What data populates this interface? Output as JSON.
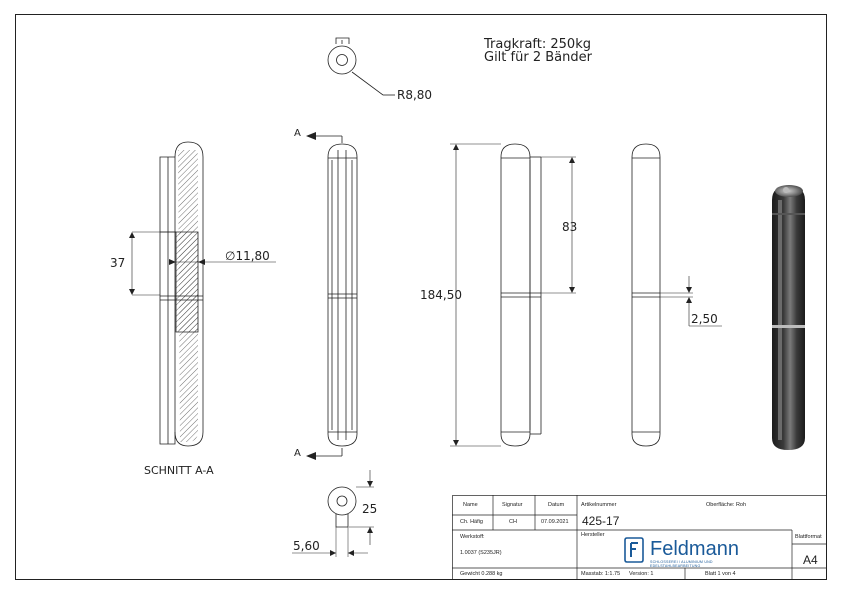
{
  "notes": {
    "load_capacity": "Tragkraft: 250kg",
    "valid_for": "Gilt für 2 Bänder"
  },
  "dimensions": {
    "radius": "R8,80",
    "section_length": "37",
    "diameter": "11,80",
    "diameter_symbol": "∅",
    "upper_part": "83",
    "total_length": "184,50",
    "gap": "2,50",
    "head_height": "25",
    "pin_width": "5,60"
  },
  "section": {
    "marker_top": "A",
    "marker_bottom": "A",
    "caption": "SCHNITT A-A"
  },
  "title_block": {
    "headers": {
      "name": "Name",
      "signature": "Signatur",
      "date": "Datum",
      "article_number": "Artikelnummer",
      "surface": "Oberfläche: Roh",
      "material": "Werkstoff:",
      "manufacturer": "Hersteller",
      "sheet_format": "Blattformat"
    },
    "values": {
      "name": "Ch. Häfig",
      "signature": "CH",
      "date": "07.09.2021",
      "article_number": "425-17",
      "material": "1.0037 (S235JR)",
      "weight": "Gewicht 0.288 kg",
      "scale": "Masstab: 1:1.75",
      "version": "Version: 1",
      "sheet": "Blatt 1 von 4",
      "format": "A4"
    },
    "logo": {
      "name": "Feldmann",
      "tagline": "SCHLOSSEREI / ALUMINIUM UND EDELSTAHLBEARBEITUNG",
      "color": "#1a5a99"
    }
  },
  "colors": {
    "line": "#222222",
    "render_dark": "#2a2a2a",
    "render_light": "#8a8a8a"
  }
}
